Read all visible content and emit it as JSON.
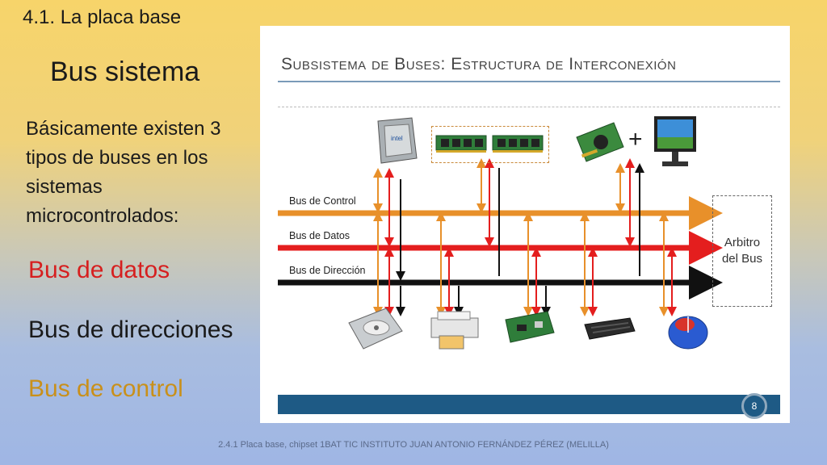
{
  "slide": {
    "section": "4.1. La placa base",
    "title": "Bus sistema",
    "intro": "Básicamente existen 3 tipos de buses en los sistemas microcontrolados:",
    "bus_items": [
      "Bus de datos",
      "Bus de direcciones",
      "Bus de control"
    ],
    "footer": "2.4.1 Placa base, chipset 1BAT TIC INSTITUTO JUAN ANTONIO FERNÁNDEZ PÉREZ (MELILLA)"
  },
  "figure": {
    "title": "Subsistema de Buses: Estructura de Interconexión",
    "bus_labels": [
      "Bus de Control",
      "Bus de Datos",
      "Bus de Dirección"
    ],
    "arbiter": "Arbitro\ndel Bus",
    "plus": "+",
    "page": "8",
    "top_devices": [
      "cpu-icon",
      "ram-module-icon",
      "ram-module-icon",
      "graphics-card-icon",
      "monitor-icon"
    ],
    "bottom_devices": [
      "hard-disk-icon",
      "printer-icon",
      "network-card-icon",
      "keyboard-icon",
      "mouse-icon"
    ]
  },
  "colors": {
    "control": "#e8902a",
    "datos": "#e41e1e",
    "direccion": "#111111"
  }
}
